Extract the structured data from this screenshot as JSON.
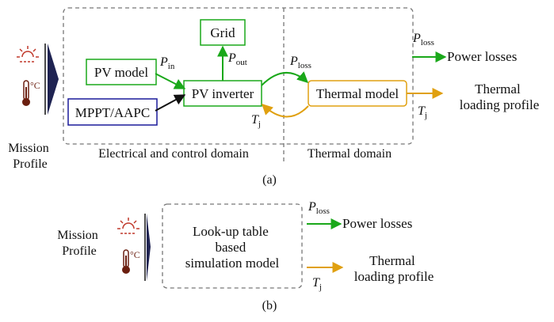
{
  "top": {
    "mission_profile_label": [
      "Mission",
      "Profile"
    ],
    "temperature_unit": "°C",
    "blocks": {
      "grid": "Grid",
      "pv_model": "PV model",
      "mppt_aapc": "MPPT/AAPC",
      "pv_inverter": "PV inverter",
      "thermal_model": "Thermal model"
    },
    "domains": {
      "electrical": "Electrical and control domain",
      "thermal": "Thermal domain"
    },
    "signals": {
      "p_in": {
        "base": "P",
        "sub": "in"
      },
      "p_out": {
        "base": "P",
        "sub": "out"
      },
      "p_loss_mid": {
        "base": "P",
        "sub": "loss"
      },
      "p_loss_out": {
        "base": "P",
        "sub": "loss"
      },
      "tj_mid": {
        "base": "T",
        "sub": "j"
      },
      "tj_out": {
        "base": "T",
        "sub": "j"
      }
    },
    "outputs": {
      "power_losses": "Power losses",
      "thermal_loading": [
        "Thermal",
        "loading profile"
      ]
    },
    "caption": "(a)"
  },
  "bottom": {
    "mission_profile_label": [
      "Mission",
      "Profile"
    ],
    "temperature_unit": "°C",
    "block_lines": [
      "Look-up table",
      "based",
      "simulation model"
    ],
    "signals": {
      "p_loss": {
        "base": "P",
        "sub": "loss"
      },
      "tj": {
        "base": "T",
        "sub": "j"
      }
    },
    "outputs": {
      "power_losses": "Power losses",
      "thermal_loading": [
        "Thermal",
        "loading profile"
      ]
    },
    "caption": "(b)"
  },
  "colors": {
    "green": "#1aa81a",
    "orange": "#e0a010",
    "blue": "#1a1a9a",
    "navy": "#1f2352",
    "sun": "#c0392b",
    "thermo": "#6b1f10",
    "dashed": "#777777"
  }
}
